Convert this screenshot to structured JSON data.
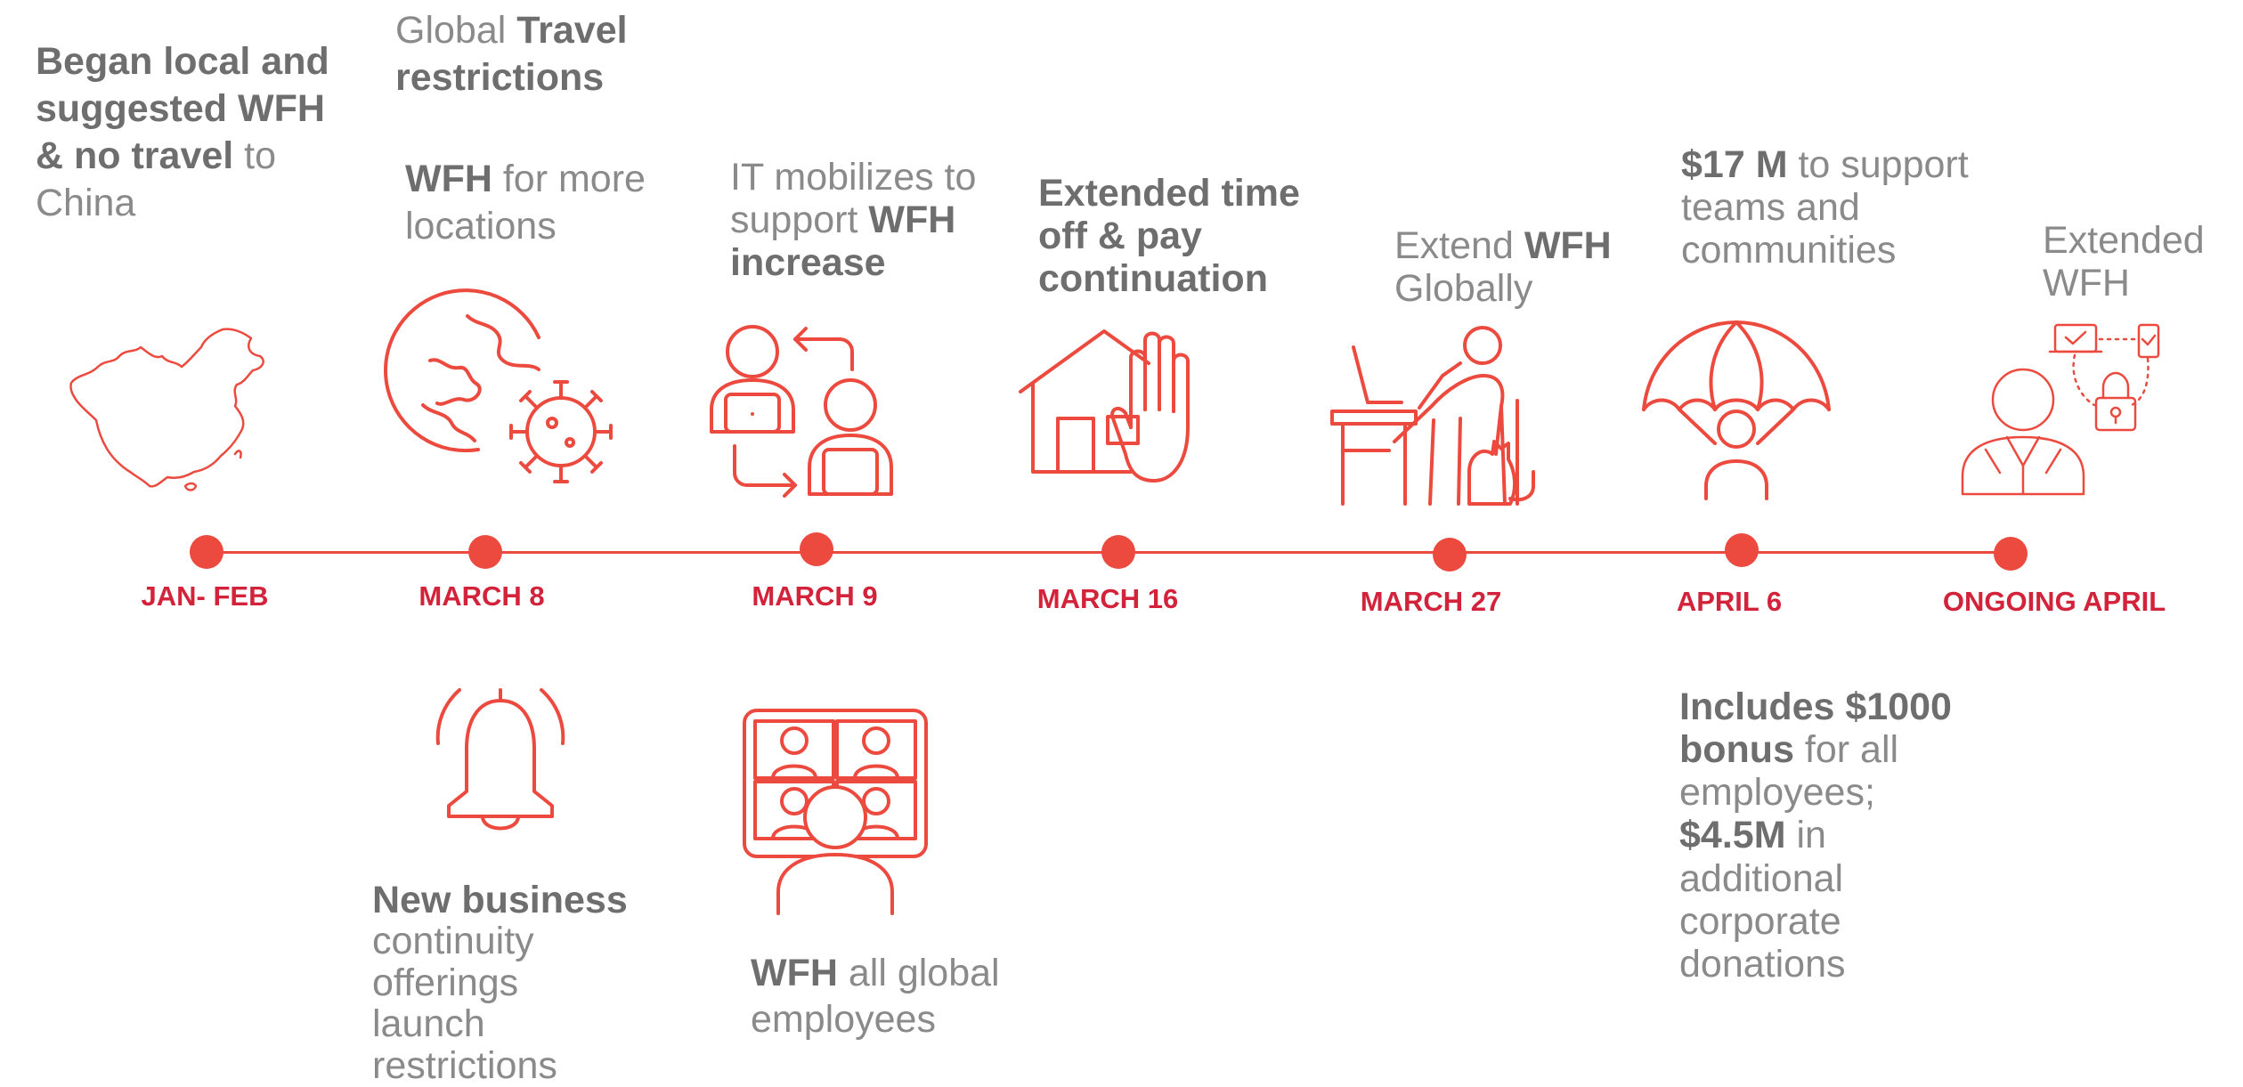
{
  "colors": {
    "accent": "#ec4a3e",
    "date_text": "#d2233a",
    "body_text": "#8a8a8a",
    "emphasis_text": "#6e6e6e"
  },
  "milestones": [
    {
      "date": "JAN- FEB",
      "text": [
        {
          "t": "Began local and suggested WFH & no travel",
          "em": true
        },
        {
          "t": " to China",
          "em": false
        }
      ],
      "icon": "china-map-icon"
    },
    {
      "date": "MARCH 8",
      "top_text": [
        {
          "t": "Global ",
          "em": false
        },
        {
          "t": "Travel restrictions",
          "em": true
        }
      ],
      "text": [
        {
          "t": "WFH",
          "em": true
        },
        {
          "t": " for more locations",
          "em": false
        }
      ],
      "icon": "globe-virus-icon",
      "lower_icon": "bell-icon",
      "lower_text": [
        {
          "t": "New business",
          "em": true
        },
        {
          "t": " continuity offerings launch restrictions",
          "em": false
        }
      ]
    },
    {
      "date": "MARCH 9",
      "text": [
        {
          "t": "IT mobilizes to support ",
          "em": false
        },
        {
          "t": "WFH increase",
          "em": true
        }
      ],
      "icon": "remote-workers-exchange-icon",
      "lower_icon": "video-conference-icon",
      "lower_text": [
        {
          "t": "WFH",
          "em": true
        },
        {
          "t": " all global employees",
          "em": false
        }
      ]
    },
    {
      "date": "MARCH 16",
      "text": [
        {
          "t": "Extended time off & pay continuation",
          "em": true
        }
      ],
      "icon": "house-hand-icon"
    },
    {
      "date": "MARCH 27",
      "text": [
        {
          "t": "Extend ",
          "em": false
        },
        {
          "t": "WFH",
          "em": true
        },
        {
          "t": " Globally",
          "em": false
        }
      ],
      "icon": "home-desk-cat-icon"
    },
    {
      "date": "APRIL 6",
      "text": [
        {
          "t": "$17 M",
          "em": true
        },
        {
          "t": " to support teams and communities",
          "em": false
        }
      ],
      "icon": "umbrella-person-icon",
      "lower_text": [
        {
          "t": "Includes $1000 bonus",
          "em": true
        },
        {
          "t": " for all employees; ",
          "em": false
        },
        {
          "t": "$4.5M",
          "em": true
        },
        {
          "t": " in additional corporate donations",
          "em": false
        }
      ]
    },
    {
      "date": "ONGOING APRIL",
      "text": [
        {
          "t": "Extended WFH",
          "em": false
        }
      ],
      "icon": "secure-remote-user-icon"
    }
  ]
}
